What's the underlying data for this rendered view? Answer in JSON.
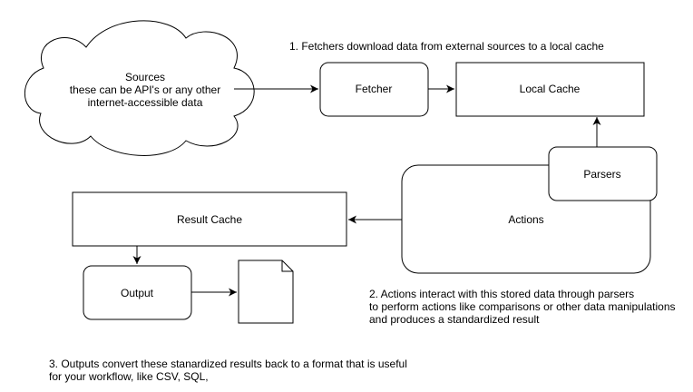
{
  "nodes": {
    "sources": {
      "lines": [
        "Sources",
        "these can be API's or any other",
        "internet-accessible data"
      ]
    },
    "fetcher": {
      "label": "Fetcher"
    },
    "local_cache": {
      "label": "Local Cache"
    },
    "parsers": {
      "label": "Parsers"
    },
    "actions": {
      "label": "Actions"
    },
    "result_cache": {
      "label": "Result Cache"
    },
    "output": {
      "label": "Output"
    }
  },
  "notes": {
    "step1": {
      "lines": [
        "1. Fetchers download data from external sources to a local cache"
      ]
    },
    "step2": {
      "lines": [
        "2. Actions interact with this stored data through parsers",
        "to perform actions like comparisons or other data manipulations",
        "and produces a standardized result"
      ]
    },
    "step3": {
      "lines": [
        "3. Outputs convert these stanardized results back to a format that is useful",
        "for your workflow, like CSV, SQL,"
      ]
    }
  },
  "colors": {
    "stroke": "#000000",
    "fill": "#ffffff",
    "text": "#000000"
  }
}
